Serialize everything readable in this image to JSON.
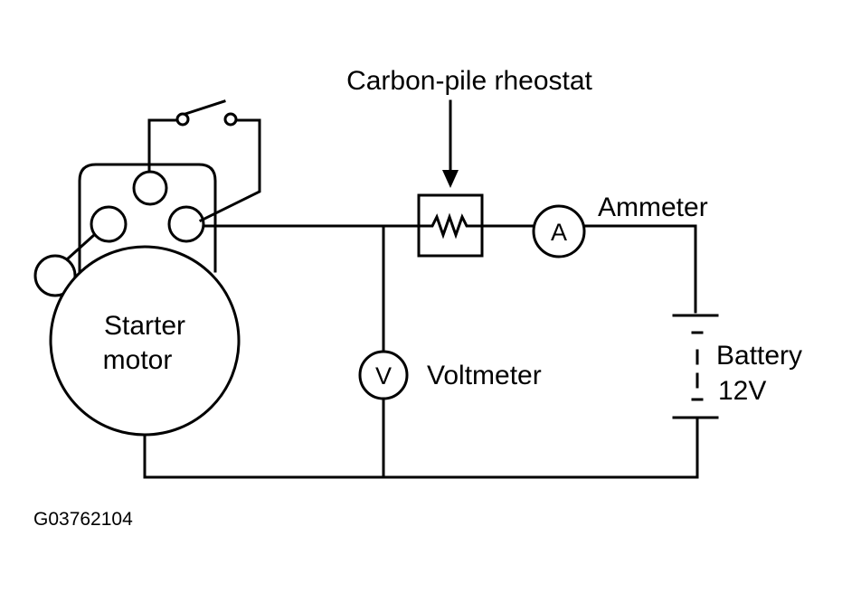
{
  "diagram": {
    "labels": {
      "rheostat": "Carbon-pile rheostat",
      "ammeter": "Ammeter",
      "starter_line1": "Starter",
      "starter_line2": "motor",
      "voltmeter": "Voltmeter",
      "battery_line1": "Battery",
      "battery_line2": "12V",
      "figure_code": "G03762104"
    },
    "symbols": {
      "ammeter": "A",
      "voltmeter": "V"
    }
  }
}
